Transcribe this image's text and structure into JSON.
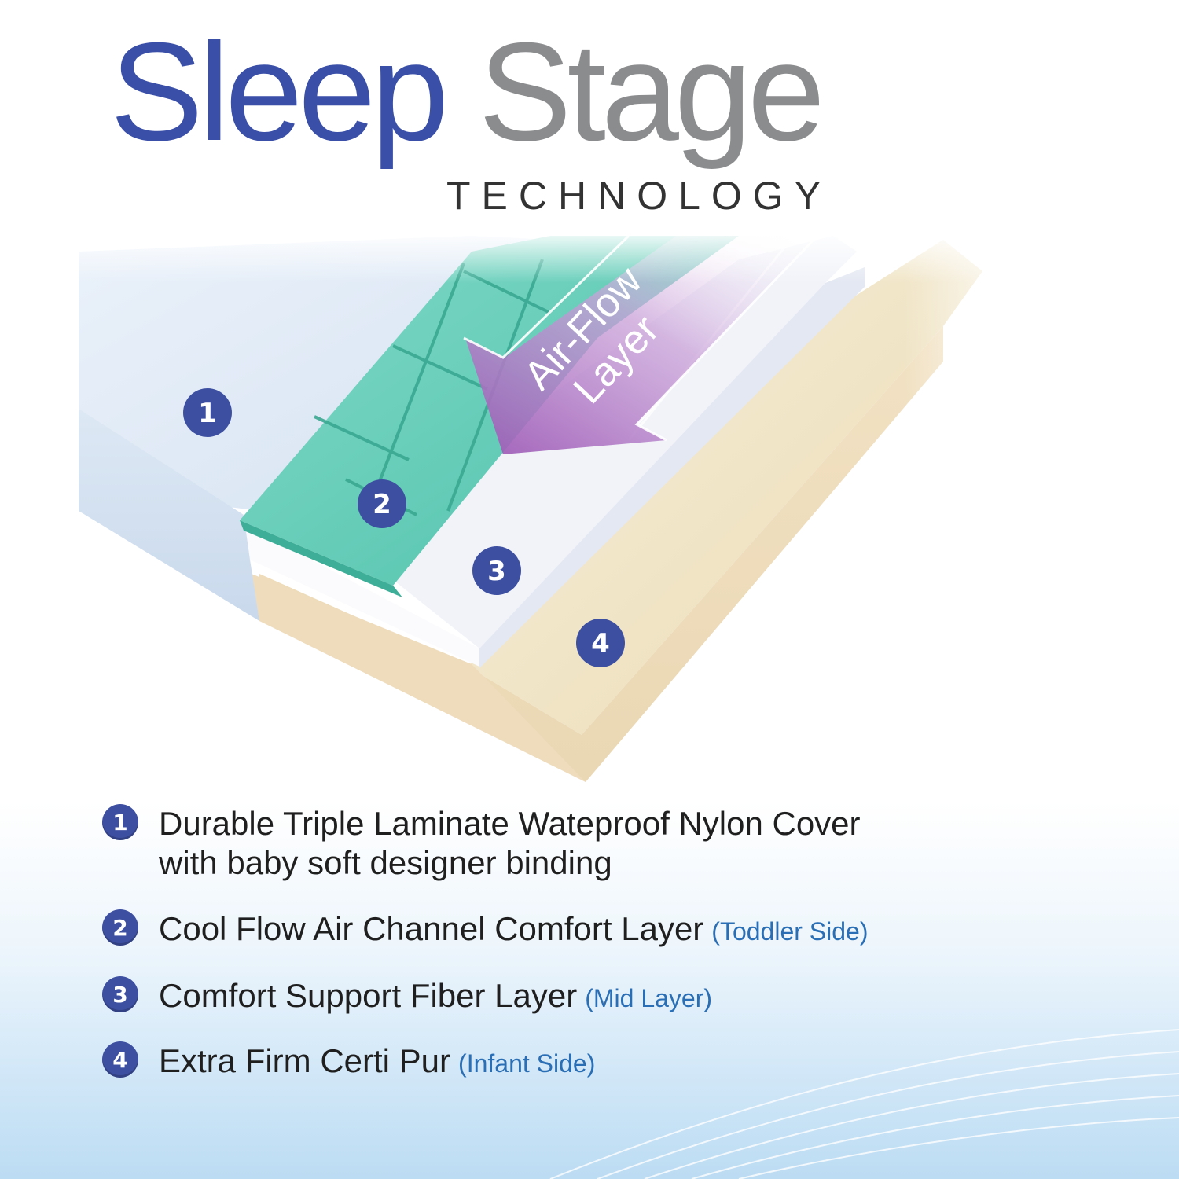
{
  "title": {
    "word1": "Sleep",
    "word2": "Stage",
    "subtitle": "TECHNOLOGY"
  },
  "airflow_label": {
    "line1": "Air-Flow",
    "line2": "Layer"
  },
  "diagram_badges": [
    "1",
    "2",
    "3",
    "4"
  ],
  "legend": [
    {
      "number": "1",
      "text": "Durable Triple Laminate Wateproof Nylon Cover",
      "text2": "with baby soft designer binding",
      "note": ""
    },
    {
      "number": "2",
      "text": "Cool Flow Air Channel Comfort Layer",
      "note": "(Toddler Side)"
    },
    {
      "number": "3",
      "text": "Comfort Support Fiber Layer",
      "note": "(Mid Layer)"
    },
    {
      "number": "4",
      "text": "Extra Firm Certi Pur",
      "note": "(Infant Side)"
    }
  ],
  "colors": {
    "title_blue": "#3a4fa8",
    "title_gray": "#8b8c8e",
    "badge": "#3d4fa1",
    "note": "#2a6fb5",
    "cover": "#dce8f5",
    "gel": "#5cc9b4",
    "fiber": "#f1f3f9",
    "foam": "#f0e4c4",
    "arrow": "#a065b6"
  }
}
